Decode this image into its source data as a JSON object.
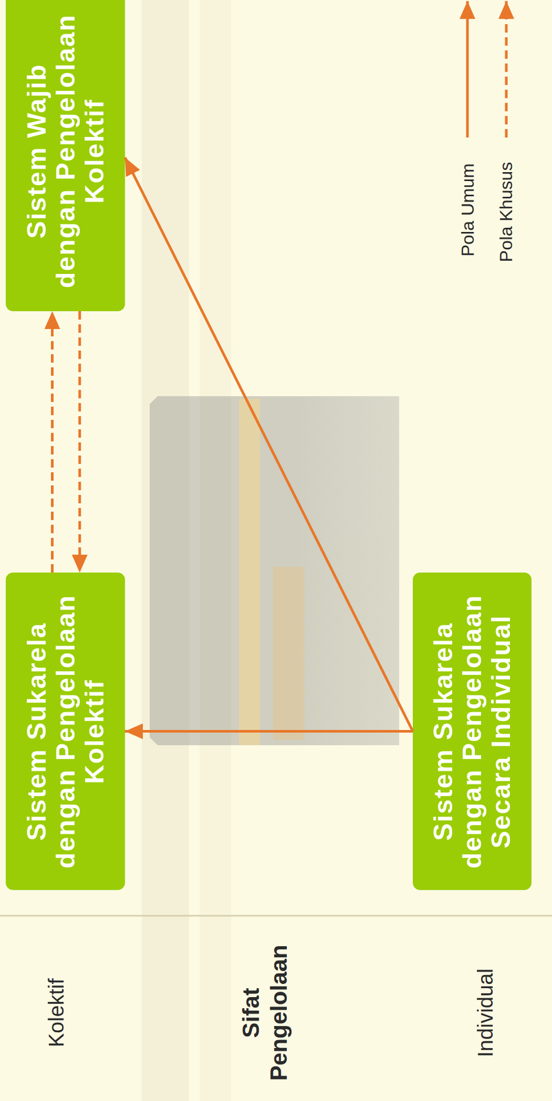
{
  "diagram": {
    "nodes": [
      {
        "text": [
          "Sistem Wajib dengan Pengelolaan Kolektif"
        ]
      },
      {
        "text": [
          "Sistem Sukarela dengan Pengelolaan Kolektif"
        ]
      },
      {
        "text": [
          "Sistem Sukarela dengan Pengelolaan Secara Individual"
        ]
      }
    ],
    "edges": [
      {
        "from": 1,
        "to": 0,
        "arrow": "to"
      },
      {
        "from": 0,
        "to": 1,
        "arrow": "to"
      },
      {
        "from": 2,
        "to": 1,
        "arrow": "to"
      },
      {
        "from": 2,
        "to": 0,
        "arrow": "to"
      }
    ],
    "labels": [
      "Kolektif",
      "Sifat Pengelolaan",
      "Individual"
    ],
    "legend": [
      {
        "text": "Pola Umum"
      },
      {
        "text": "Pola Khusus"
      }
    ]
  }
}
